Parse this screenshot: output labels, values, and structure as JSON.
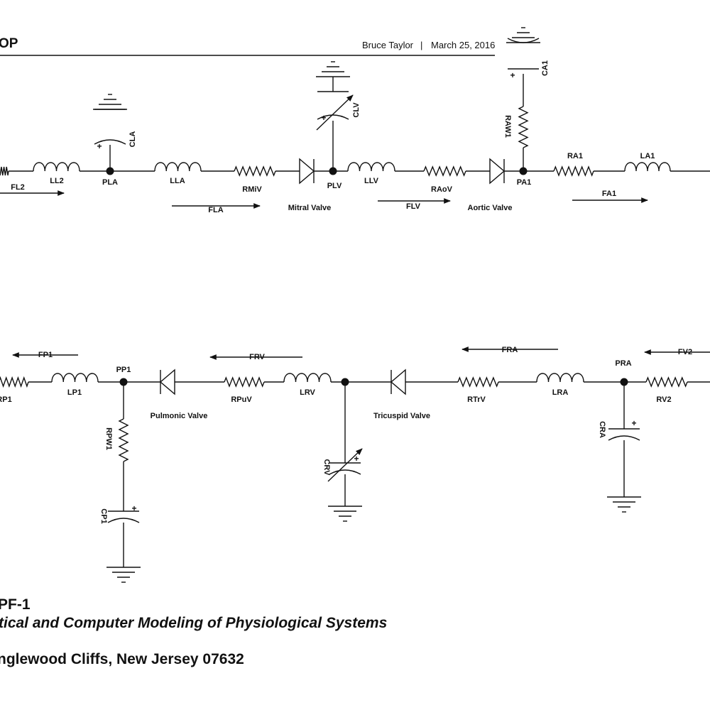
{
  "header": {
    "title": "OP",
    "author": "Bruce Taylor",
    "separator": "|",
    "date": "March 25, 2016"
  },
  "labels": {
    "FL2": "FL2",
    "LL2": "LL2",
    "PLA": "PLA",
    "CLA": "CLA",
    "LLA": "LLA",
    "FLA": "FLA",
    "RMiV": "RMiV",
    "MitralValve": "Mitral Valve",
    "PLV": "PLV",
    "CLV": "CLV",
    "LLV": "LLV",
    "FLV": "FLV",
    "RAoV": "RAoV",
    "AorticValve": "Aortic Valve",
    "PA1": "PA1",
    "RAW1": "RAW1",
    "CA1": "CA1",
    "RA1": "RA1",
    "LA1": "LA1",
    "FA1": "FA1",
    "FP1": "FP1",
    "RP1": "RP1",
    "LP1": "LP1",
    "PP1": "PP1",
    "RPW1": "RPW1",
    "CP1": "CP1",
    "PulmonicValve": "Pulmonic Valve",
    "FRV": "FRV",
    "RPuV": "RPuV",
    "LRV": "LRV",
    "CRV": "CRV",
    "TricuspidValve": "Tricuspid Valve",
    "FRA": "FRA",
    "RTrV": "RTrV",
    "LRA": "LRA",
    "PRA": "PRA",
    "CRA": "CRA",
    "FV2": "FV2",
    "RV2": "RV2",
    "plus": "+"
  },
  "footer": {
    "id": "PF-1",
    "book": "tical and Computer Modeling of Physiological Systems",
    "address": "nglewood Cliffs, New Jersey 07632"
  }
}
